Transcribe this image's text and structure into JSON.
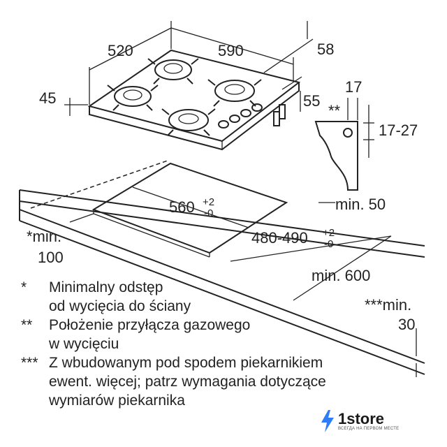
{
  "dimensions": {
    "width_top": "590",
    "depth_top": "520",
    "height_top": "45",
    "side_58": "58",
    "side_55": "55",
    "detail_17": "17",
    "detail_star": "**",
    "detail_range": "17-27",
    "min_50": "min. 50",
    "cut_width": "560",
    "cut_width_tol_top": "+2",
    "cut_width_tol_bottom": "-0",
    "cut_depth": "480-490",
    "cut_depth_tol_top": "+2",
    "cut_depth_tol_bottom": "-0",
    "min_600": "min. 600",
    "min_100_line1": "*min.",
    "min_100_line2": "100",
    "min_30_line1": "***min.",
    "min_30_line2": "30"
  },
  "notes": [
    {
      "mark": "*",
      "lines": [
        "Minimalny odstęp",
        "od wycięcia do ściany"
      ]
    },
    {
      "mark": "**",
      "lines": [
        "Położenie przyłącza gazowego",
        "w wycięciu"
      ]
    },
    {
      "mark": "***",
      "lines": [
        "Z wbudowanym pod spodem piekarnikiem",
        "ewent. więcej; patrz wymagania dotyczące",
        "wymiarów piekarnika"
      ]
    }
  ],
  "logo": {
    "name": "1store",
    "tagline": "ВСЕГДА НА ПЕРВОМ МЕСТЕ",
    "accent": "#2f7df6"
  }
}
